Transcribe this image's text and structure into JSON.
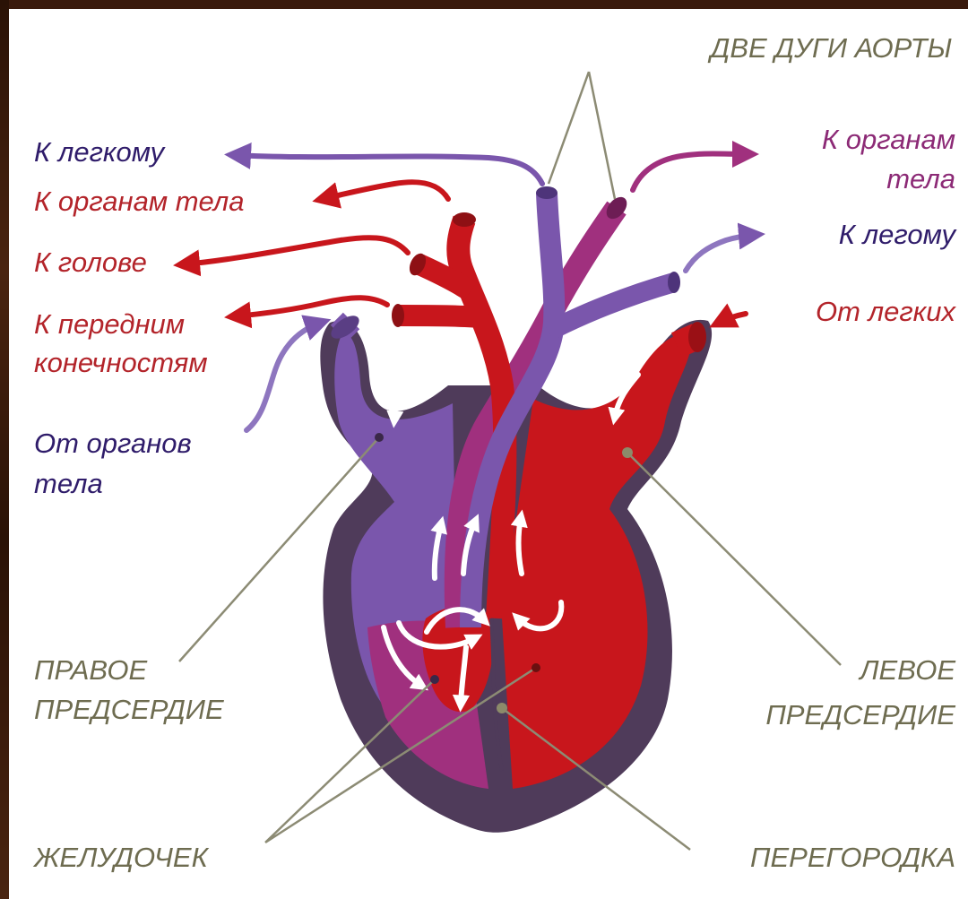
{
  "colors": {
    "red": "#c8161c",
    "purple": "#7a56ac",
    "magenta": "#a0307e",
    "wall": "#4f3b5a",
    "label_red": "#b3242a",
    "label_purple": "#2f1c6a",
    "label_magenta": "#8c2a76",
    "label_gray": "#6e6c50",
    "line_gray": "#8c8b74"
  },
  "labels": {
    "aortic_arches": "ДВЕ ДУГИ АОРТЫ",
    "to_lung_left": "К легкому",
    "to_organs_left": "К органам тела",
    "to_head": "К голове",
    "to_forelimbs_line1": "К передним",
    "to_forelimbs_line2": "конечностям",
    "from_organs_line1": "От органов",
    "from_organs_line2": "тела",
    "to_organs_right_line1": "К органам",
    "to_organs_right_line2": "тела",
    "to_lung_right": "К легому",
    "from_lungs": "От легких",
    "right_atrium_line1": "ПРАВОЕ",
    "right_atrium_line2": "ПРЕДСЕРДИЕ",
    "left_atrium_line1": "ЛЕВОЕ",
    "left_atrium_line2": "ПРЕДСЕРДИЕ",
    "ventricle": "ЖЕЛУДОЧЕК",
    "septum": "ПЕРЕГОРОДКА"
  }
}
